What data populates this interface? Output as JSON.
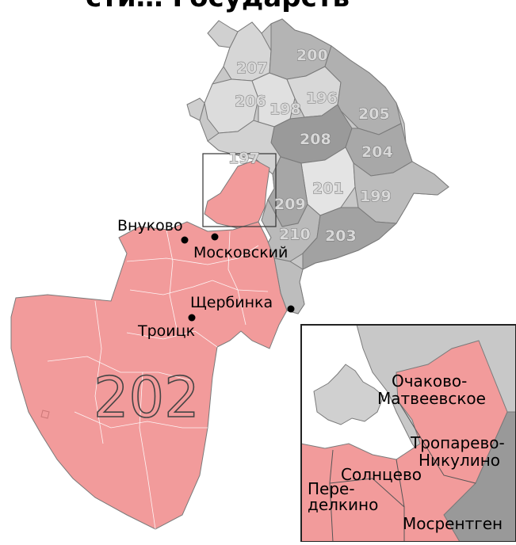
{
  "map": {
    "title": "...ой... …ые одноманда…",
    "title_visible_fragment": "сти… Государств",
    "colors": {
      "new_moscow": "#f29b9b",
      "moscow_light": "#d0d0d0",
      "moscow_mid": "#b5b5b5",
      "moscow_dark": "#999999",
      "border": "#7a7a7a",
      "inner_border": "#eeeeee"
    },
    "districts": [
      {
        "id": "200",
        "label": "200"
      },
      {
        "id": "207",
        "label": "207"
      },
      {
        "id": "196",
        "label": "196"
      },
      {
        "id": "206",
        "label": "206"
      },
      {
        "id": "198",
        "label": "198"
      },
      {
        "id": "205",
        "label": "205"
      },
      {
        "id": "208",
        "label": "208"
      },
      {
        "id": "204",
        "label": "204"
      },
      {
        "id": "197",
        "label": "197"
      },
      {
        "id": "201",
        "label": "201"
      },
      {
        "id": "199",
        "label": "199"
      },
      {
        "id": "209",
        "label": "209"
      },
      {
        "id": "210",
        "label": "210"
      },
      {
        "id": "203",
        "label": "203"
      },
      {
        "id": "202",
        "label": "202"
      }
    ],
    "places": [
      {
        "name": "Внуково"
      },
      {
        "name": "Московский"
      },
      {
        "name": "Щербинка"
      },
      {
        "name": "Троицк"
      }
    ],
    "inset": {
      "labels": [
        {
          "line1": "Очаково-",
          "line2": "Матвеевское"
        },
        {
          "line1": "Тропарево-",
          "line2": "Никулино"
        },
        {
          "line1": "Солнцево",
          "line2": ""
        },
        {
          "line1": "Пере-",
          "line2": "делкино"
        },
        {
          "line1": "Мосрентген",
          "line2": ""
        }
      ]
    }
  }
}
